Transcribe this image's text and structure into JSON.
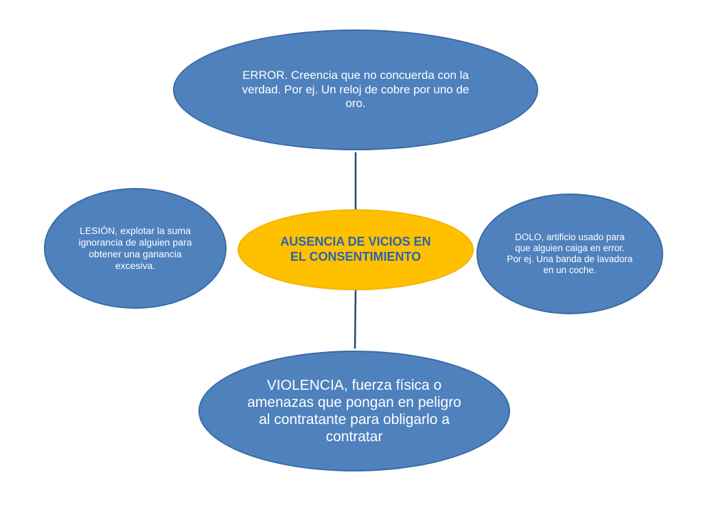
{
  "diagram": {
    "center": {
      "label": "AUSENCIA DE VICIOS EN EL CONSENTIMIENTO",
      "color": "#ffc000",
      "text_color": "#2a64ad"
    },
    "nodes": {
      "error": "ERROR. Creencia que no concuerda  con la verdad. Por ej. Un reloj de cobre por uno de oro.",
      "lesion": "LESIÓN, explotar la suma ignorancia de alguien para obtener una ganancia excesiva.",
      "dolo": "DOLO, artificio usado para que alguien caiga en error. Por ej. Una banda de lavadora en un coche.",
      "violencia": "VIOLENCIA, fuerza física o amenazas que pongan en peligro al contratante para obligarlo a contratar"
    },
    "node_color": "#4f81bd",
    "connector_color": "#1f497d"
  }
}
